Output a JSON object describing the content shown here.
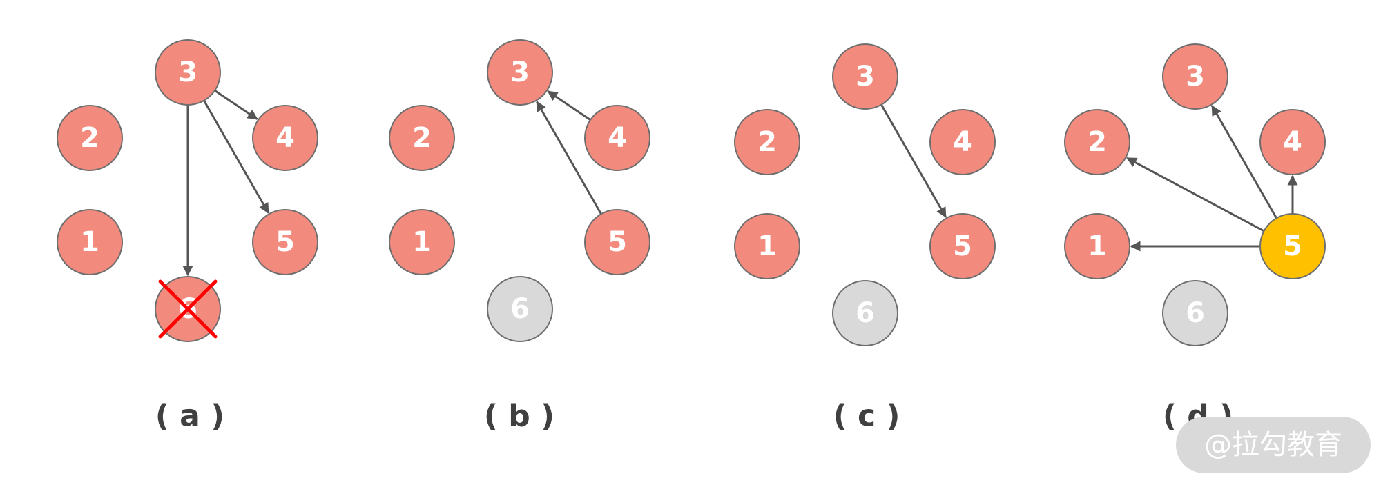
{
  "colors": {
    "node_active": "#f28b7e",
    "node_removed": "#d9d9d9",
    "node_highlight": "#ffc000",
    "cross": "#ff0000",
    "edge": "#555555",
    "watermark_bg": "#d9d9d9"
  },
  "watermark": {
    "text": "@拉勾教育"
  },
  "panels": [
    {
      "id": "a",
      "caption": "( a )",
      "nodes": [
        {
          "label": "3",
          "state": "active"
        },
        {
          "label": "2",
          "state": "active"
        },
        {
          "label": "4",
          "state": "active"
        },
        {
          "label": "1",
          "state": "active"
        },
        {
          "label": "5",
          "state": "active"
        },
        {
          "label": "6",
          "state": "crossed"
        }
      ],
      "edges": [
        [
          "3",
          "4"
        ],
        [
          "3",
          "5"
        ],
        [
          "3",
          "6"
        ]
      ]
    },
    {
      "id": "b",
      "caption": "( b )",
      "nodes": [
        {
          "label": "3",
          "state": "active"
        },
        {
          "label": "2",
          "state": "active"
        },
        {
          "label": "4",
          "state": "active"
        },
        {
          "label": "1",
          "state": "active"
        },
        {
          "label": "5",
          "state": "active"
        },
        {
          "label": "6",
          "state": "removed"
        }
      ],
      "edges": [
        [
          "4",
          "3"
        ],
        [
          "5",
          "3"
        ]
      ]
    },
    {
      "id": "c",
      "caption": "( c )",
      "nodes": [
        {
          "label": "3",
          "state": "active"
        },
        {
          "label": "2",
          "state": "active"
        },
        {
          "label": "4",
          "state": "active"
        },
        {
          "label": "1",
          "state": "active"
        },
        {
          "label": "5",
          "state": "active"
        },
        {
          "label": "6",
          "state": "removed"
        }
      ],
      "edges": [
        [
          "3",
          "5"
        ]
      ]
    },
    {
      "id": "d",
      "caption": "( d )",
      "nodes": [
        {
          "label": "3",
          "state": "active"
        },
        {
          "label": "2",
          "state": "active"
        },
        {
          "label": "4",
          "state": "active"
        },
        {
          "label": "1",
          "state": "active"
        },
        {
          "label": "5",
          "state": "highlight"
        },
        {
          "label": "6",
          "state": "removed"
        }
      ],
      "edges": [
        [
          "5",
          "3"
        ],
        [
          "5",
          "2"
        ],
        [
          "5",
          "4"
        ],
        [
          "5",
          "1"
        ]
      ]
    }
  ]
}
